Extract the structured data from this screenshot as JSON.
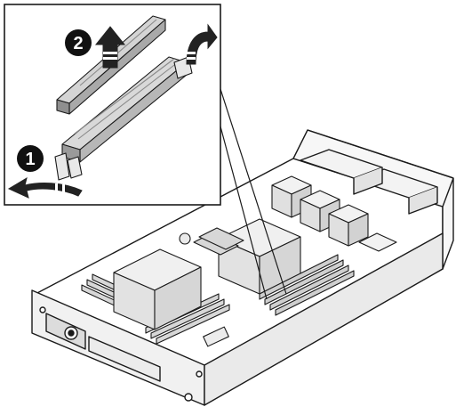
{
  "figure": {
    "description_visible_text": "",
    "steps": [
      {
        "number": "1",
        "action": "open-ejector-latches"
      },
      {
        "number": "2",
        "action": "lift-dimm-out"
      }
    ],
    "colors": {
      "outline": "#1a1a1a",
      "dimm_fill": "#d2d2d2",
      "dimm_dark": "#9a9a9a",
      "arrow_dark": "#222222",
      "arrow_light": "#bdbdbd",
      "callout_badge": "#111111",
      "callout_text": "#ffffff",
      "chassis_fill": "#ffffff",
      "heatsink_fill": "#e4e4e4"
    },
    "icons": {
      "arrow_up": "curved-up-arrow-icon",
      "arrow_left": "curved-left-arrow-icon"
    }
  }
}
